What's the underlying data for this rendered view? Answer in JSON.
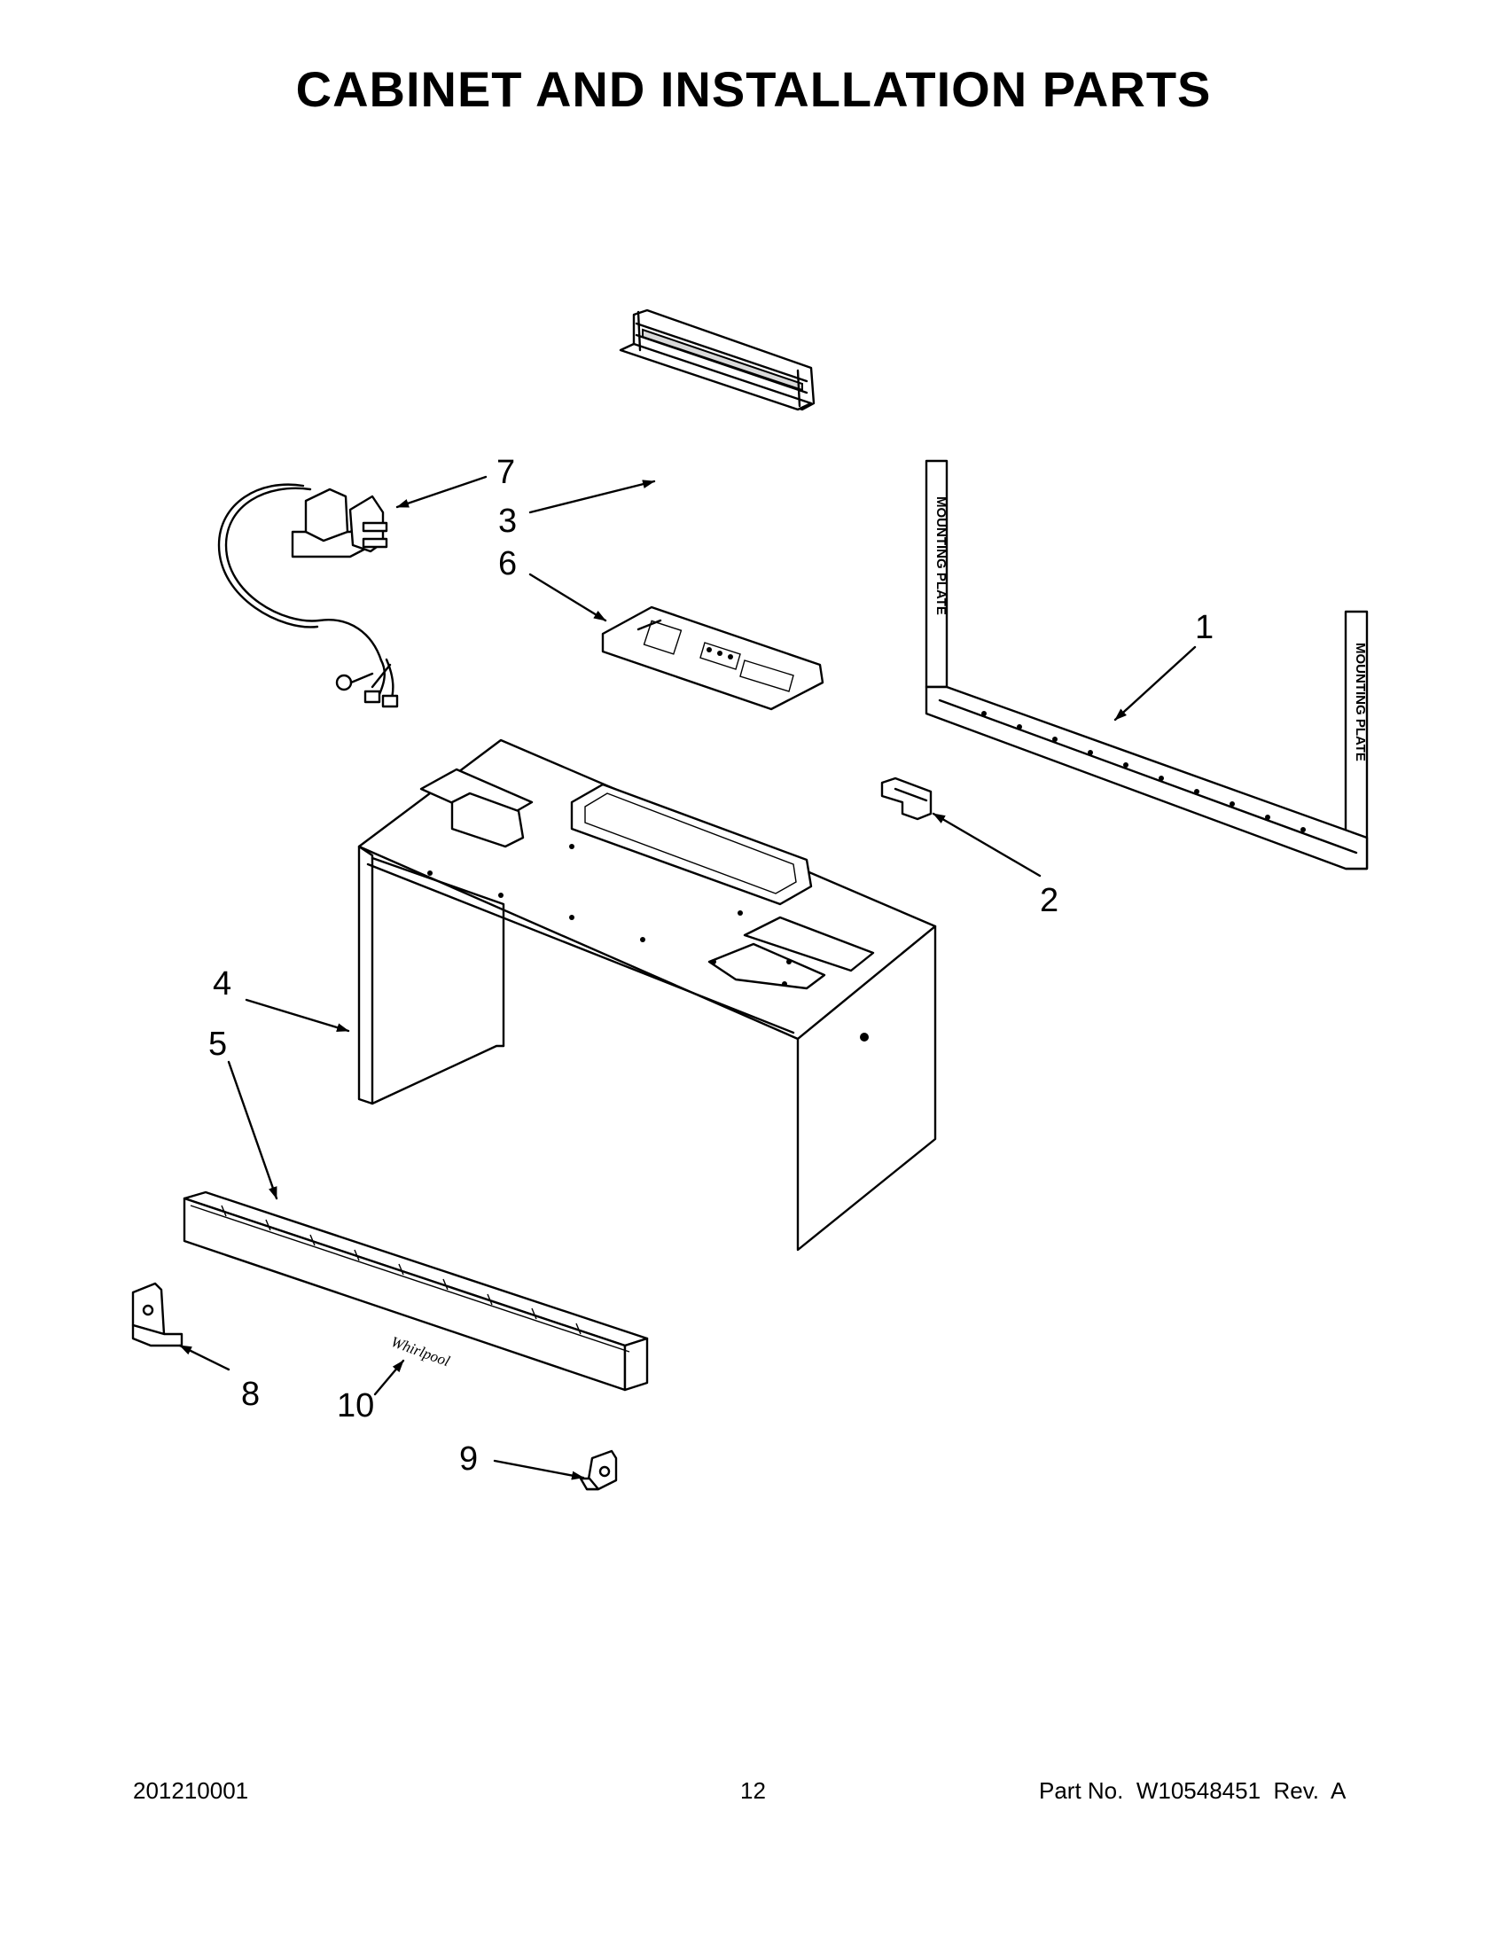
{
  "page": {
    "title": "CABINET AND INSTALLATION PARTS",
    "footer": {
      "left": "201210001",
      "center": "12",
      "right": "Part No.  W10548451  Rev.  A"
    }
  },
  "diagram": {
    "callouts": [
      "1",
      "2",
      "3",
      "4",
      "5",
      "6",
      "7",
      "8",
      "9",
      "10"
    ],
    "part_markings": {
      "mounting_plate": "MOUNTING PLATE",
      "logo": "Whirlpool"
    }
  }
}
